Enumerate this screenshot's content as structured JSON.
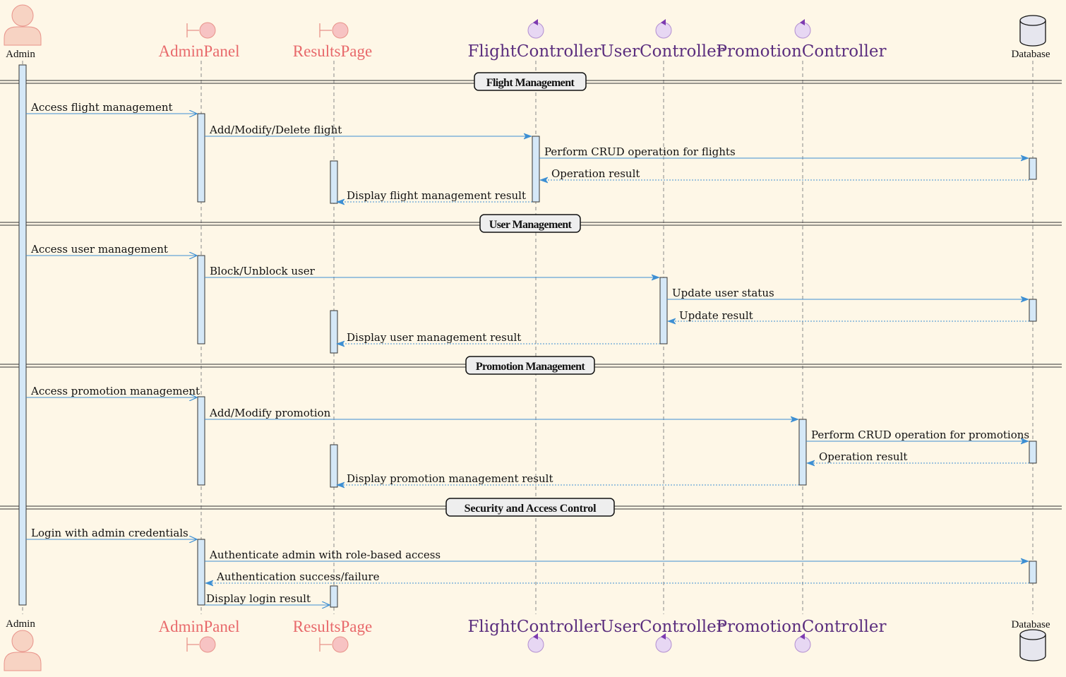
{
  "participants": [
    {
      "id": "admin",
      "name": "Admin",
      "kind": "actor"
    },
    {
      "id": "adminpanel",
      "name": "AdminPanel",
      "kind": "boundary"
    },
    {
      "id": "resultspage",
      "name": "ResultsPage",
      "kind": "boundary"
    },
    {
      "id": "flightcontroller",
      "name": "FlightController",
      "kind": "control"
    },
    {
      "id": "usercontroller",
      "name": "UserController",
      "kind": "control"
    },
    {
      "id": "promotioncontroller",
      "name": "PromotionController",
      "kind": "control"
    },
    {
      "id": "database",
      "name": "Database",
      "kind": "database"
    }
  ],
  "groups": [
    {
      "label": "Flight Management"
    },
    {
      "label": "User Management"
    },
    {
      "label": "Promotion Management"
    },
    {
      "label": "Security and Access Control"
    }
  ],
  "messages": [
    {
      "from": "admin",
      "to": "adminpanel",
      "text": "Access flight management",
      "style": "async"
    },
    {
      "from": "adminpanel",
      "to": "flightcontroller",
      "text": "Add/Modify/Delete flight",
      "style": "sync"
    },
    {
      "from": "flightcontroller",
      "to": "database",
      "text": "Perform CRUD operation for flights",
      "style": "sync"
    },
    {
      "from": "database",
      "to": "flightcontroller",
      "text": "Operation result",
      "style": "return"
    },
    {
      "from": "flightcontroller",
      "to": "resultspage",
      "text": "Display flight management result",
      "style": "return"
    },
    {
      "from": "admin",
      "to": "adminpanel",
      "text": "Access user management",
      "style": "async"
    },
    {
      "from": "adminpanel",
      "to": "usercontroller",
      "text": "Block/Unblock user",
      "style": "sync"
    },
    {
      "from": "usercontroller",
      "to": "database",
      "text": "Update user status",
      "style": "sync"
    },
    {
      "from": "database",
      "to": "usercontroller",
      "text": "Update result",
      "style": "return"
    },
    {
      "from": "usercontroller",
      "to": "resultspage",
      "text": "Display user management result",
      "style": "return"
    },
    {
      "from": "admin",
      "to": "adminpanel",
      "text": "Access promotion management",
      "style": "async"
    },
    {
      "from": "adminpanel",
      "to": "promotioncontroller",
      "text": "Add/Modify promotion",
      "style": "sync"
    },
    {
      "from": "promotioncontroller",
      "to": "database",
      "text": "Perform CRUD operation for promotions",
      "style": "sync"
    },
    {
      "from": "database",
      "to": "promotioncontroller",
      "text": "Operation result",
      "style": "return"
    },
    {
      "from": "promotioncontroller",
      "to": "resultspage",
      "text": "Display promotion management result",
      "style": "return"
    },
    {
      "from": "admin",
      "to": "adminpanel",
      "text": "Login with admin credentials",
      "style": "async"
    },
    {
      "from": "adminpanel",
      "to": "database",
      "text": "Authenticate admin with role-based access",
      "style": "sync"
    },
    {
      "from": "database",
      "to": "adminpanel",
      "text": "Authentication success/failure",
      "style": "return"
    },
    {
      "from": "adminpanel",
      "to": "resultspage",
      "text": "Display login result",
      "style": "async"
    }
  ],
  "colors": {
    "background": "#fef7e7",
    "boundary_text": "#e8696b",
    "control_text": "#5b2e7e",
    "arrow": "#3d8fd3",
    "activation_fill": "#d5e8f7",
    "actor_fill": "#f7d3c3",
    "boundary_fill": "#f7c3c3",
    "control_fill": "#e7d7f3",
    "db_fill": "#e6e6ee"
  }
}
